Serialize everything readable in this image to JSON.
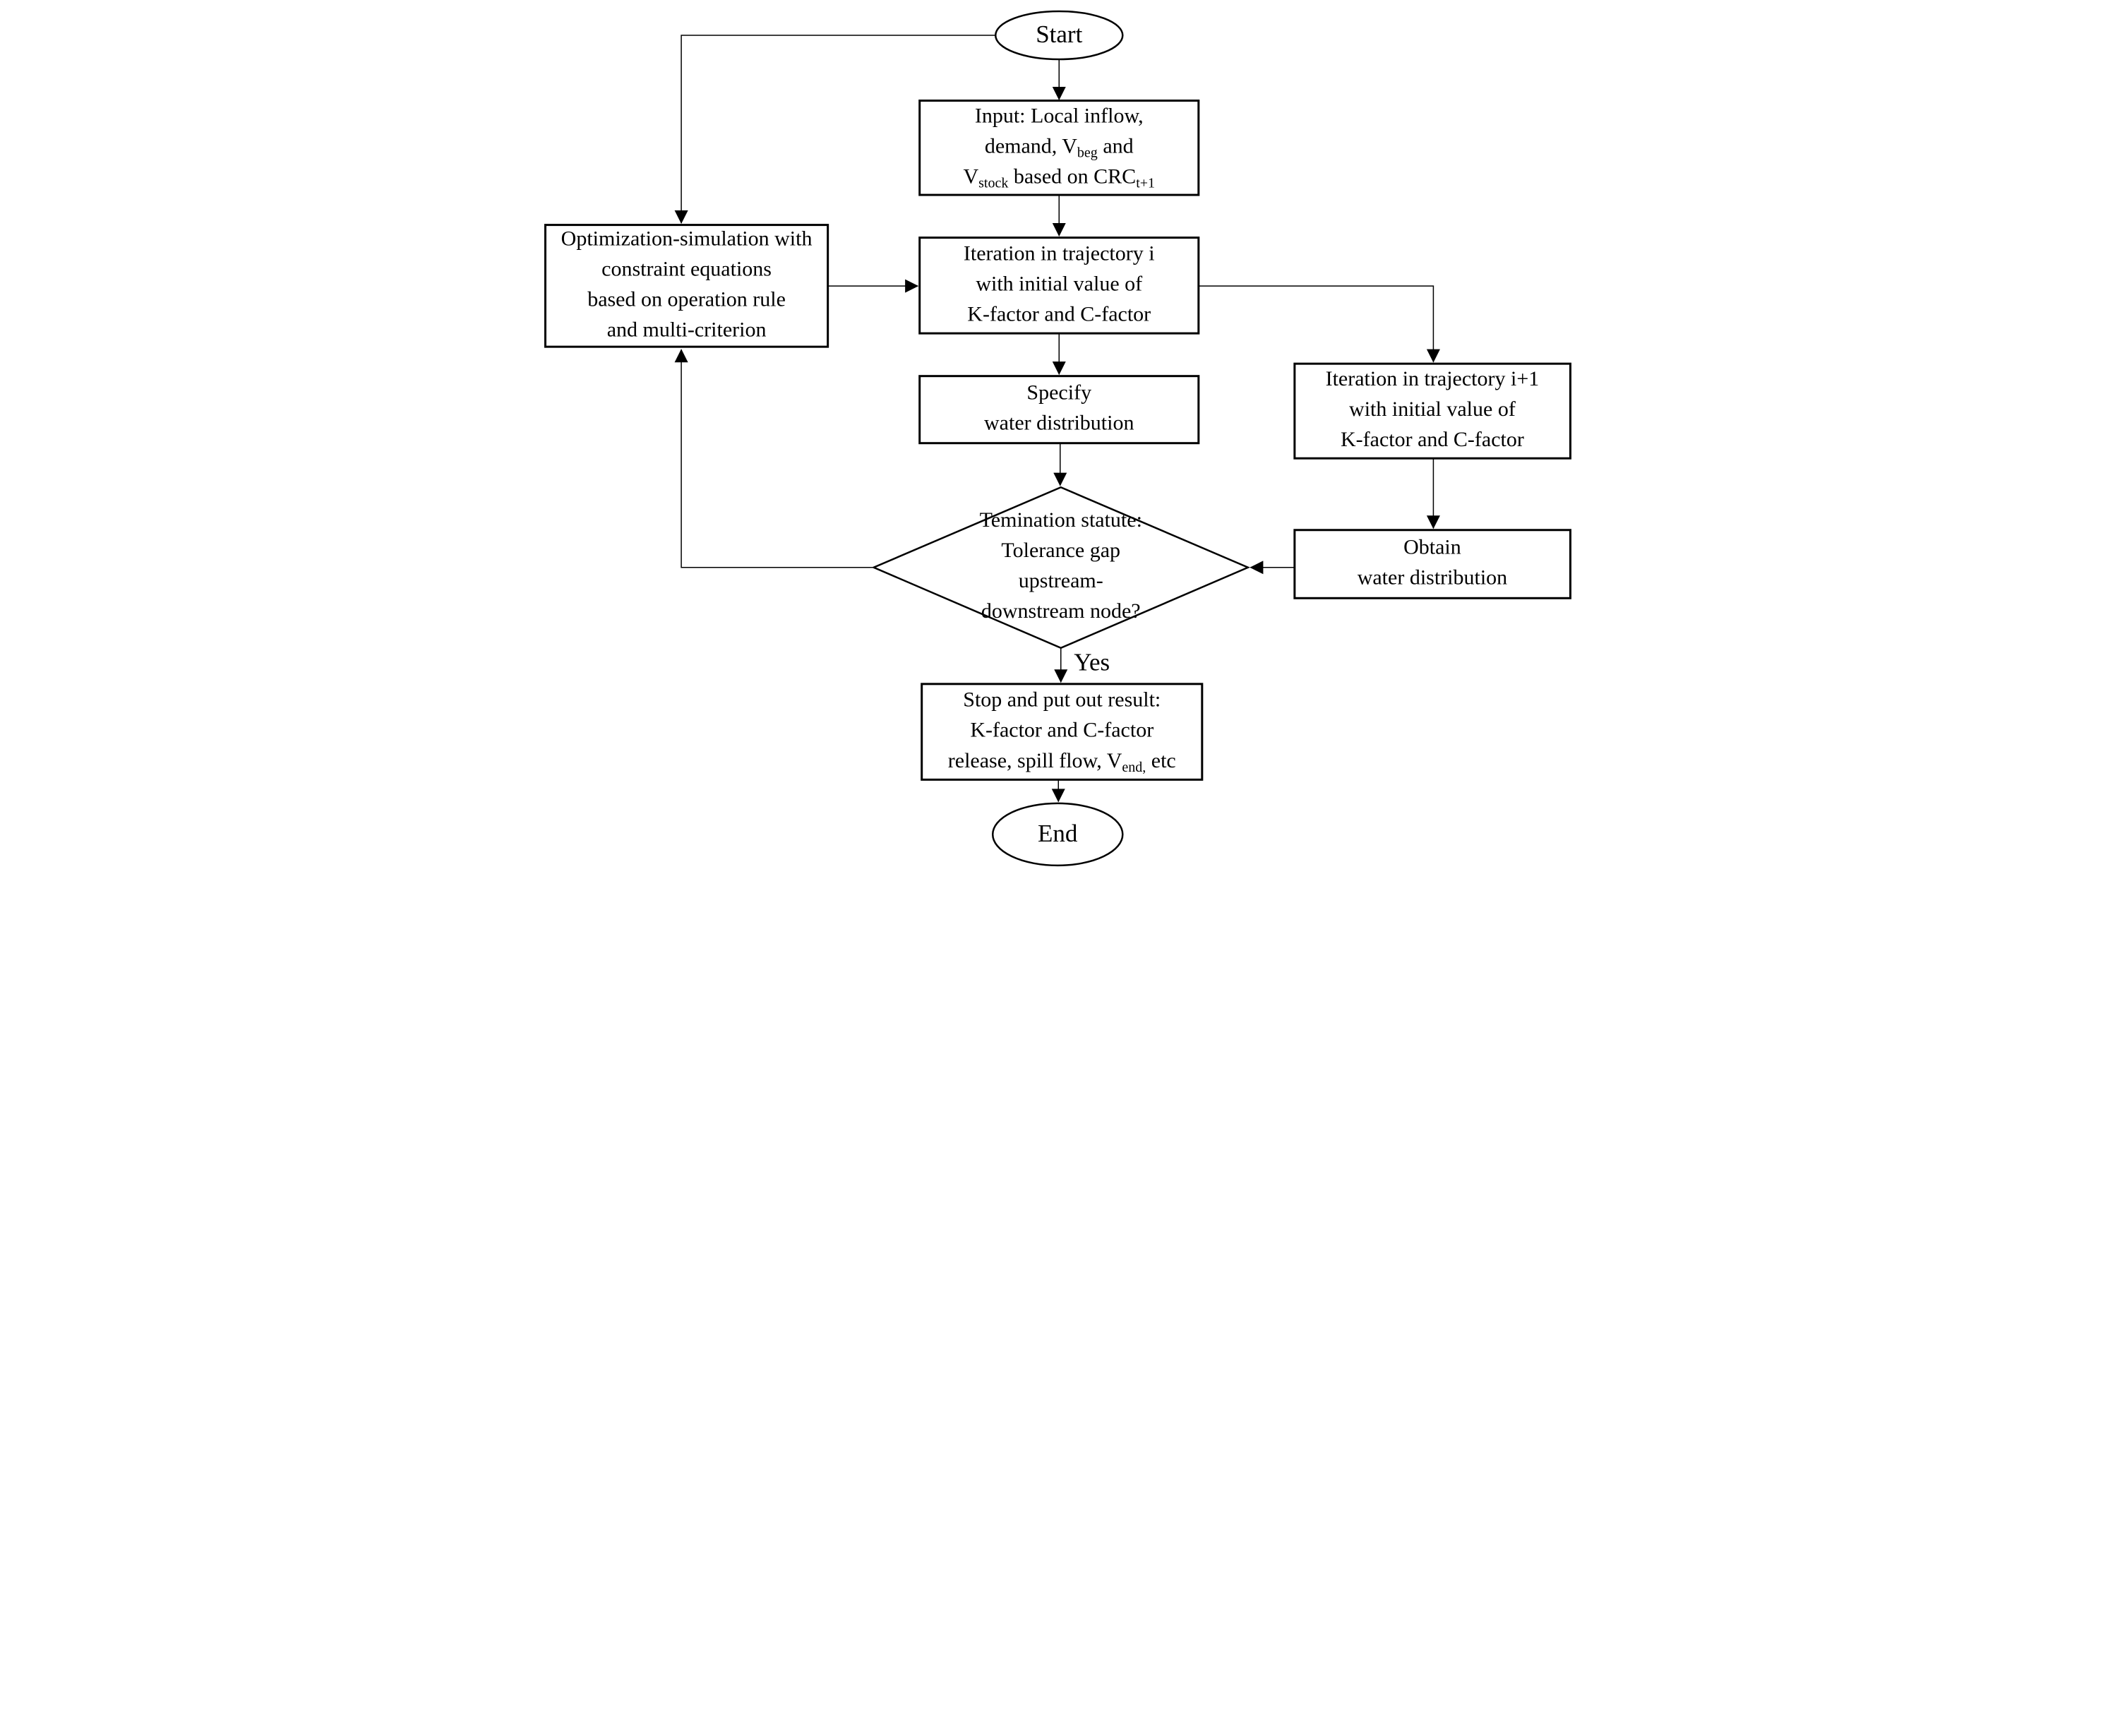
{
  "diagram": {
    "background": "#ffffff",
    "line_color": "#000000",
    "text_color": "#000000",
    "nodes": {
      "start": {
        "label": "Start"
      },
      "input": {
        "line1": "Input: Local inflow,",
        "line2_pre": "demand, V",
        "line2_sub": "beg",
        "line2_post": " and",
        "line3_pre": "V",
        "line3_sub": "stock",
        "line3_mid": " based on CRC",
        "line3_sub2": "t+1"
      },
      "optimization": {
        "line1": "Optimization-simulation with",
        "line2": "constraint equations",
        "line3": "based on operation rule",
        "line4": "and multi-criterion"
      },
      "iteration_i": {
        "line1": "Iteration in trajectory i",
        "line2": "with initial value of",
        "line3": "K-factor and C-factor"
      },
      "specify": {
        "line1": "Specify",
        "line2": "water distribution"
      },
      "iteration_i1": {
        "line1": "Iteration in trajectory i+1",
        "line2": "with initial value of",
        "line3": "K-factor and C-factor"
      },
      "obtain": {
        "line1": "Obtain",
        "line2": "water distribution"
      },
      "termination": {
        "line1": "Temination statute:",
        "line2": "Tolerance gap",
        "line3": "upstream-",
        "line4": "downstream node?"
      },
      "stop": {
        "line1": "Stop and put out result:",
        "line2": "K-factor and C-factor",
        "line3_pre": "release, spill flow, V",
        "line3_sub": "end,",
        "line3_post": " etc"
      },
      "end": {
        "label": "End"
      }
    },
    "edge_labels": {
      "yes": "Yes"
    }
  }
}
